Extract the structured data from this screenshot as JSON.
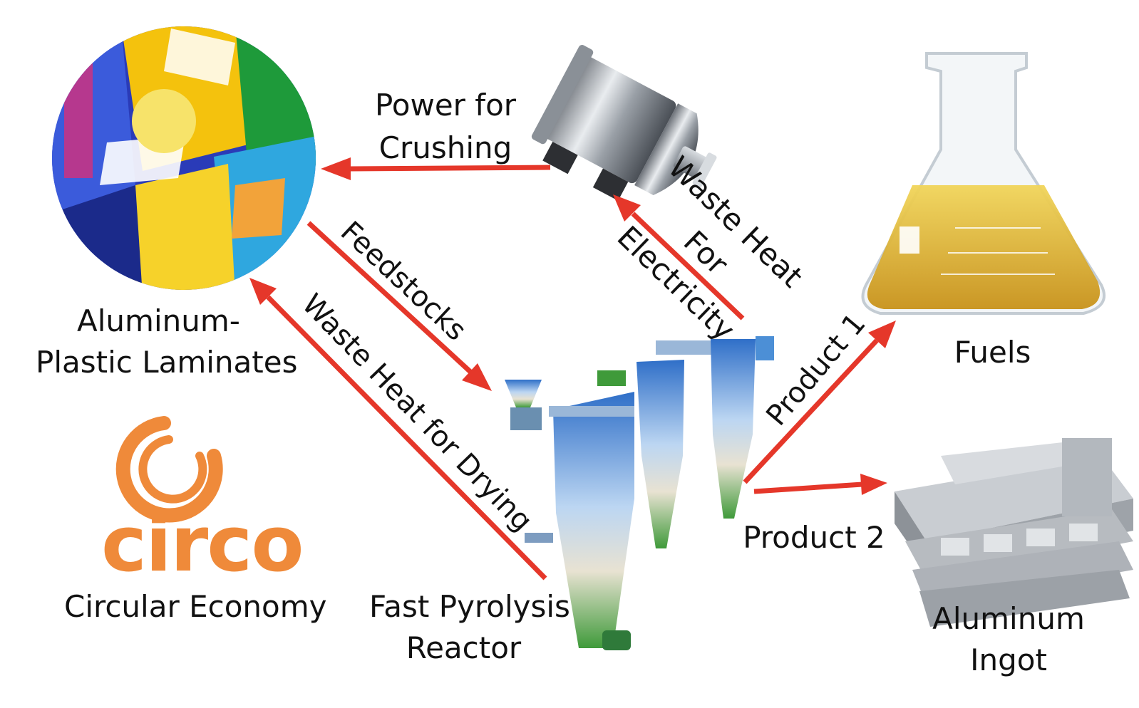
{
  "nodes": {
    "laminates": {
      "line1": "Aluminum-",
      "line2": "Plastic Laminates"
    },
    "reactor": {
      "line1": "Fast Pyrolysis",
      "line2": "Reactor"
    },
    "fuels": {
      "label": "Fuels"
    },
    "ingot": {
      "line1": "Aluminum",
      "line2": "Ingot"
    },
    "logo": {
      "word": "circo",
      "caption": "Circular Economy"
    }
  },
  "edges": {
    "power": {
      "line1": "Power for",
      "line2": "Crushing"
    },
    "feedstocks": {
      "label": "Feedstocks"
    },
    "drying": {
      "label": "Waste Heat for Drying"
    },
    "electricity": {
      "line1": "Waste Heat",
      "line2": "For",
      "line3": "Electricity"
    },
    "product1": {
      "label": "Product 1"
    },
    "product2": {
      "label": "Product 2"
    }
  },
  "colors": {
    "arrow": "#e5372a",
    "logo": "#ef8a3a",
    "text": "#111111"
  },
  "icons": [
    "laminate-photo",
    "turbine-generator-icon",
    "flask-fuel-icon",
    "aluminum-ingot-icon",
    "pyrolysis-reactor-icon",
    "circo-logo"
  ]
}
